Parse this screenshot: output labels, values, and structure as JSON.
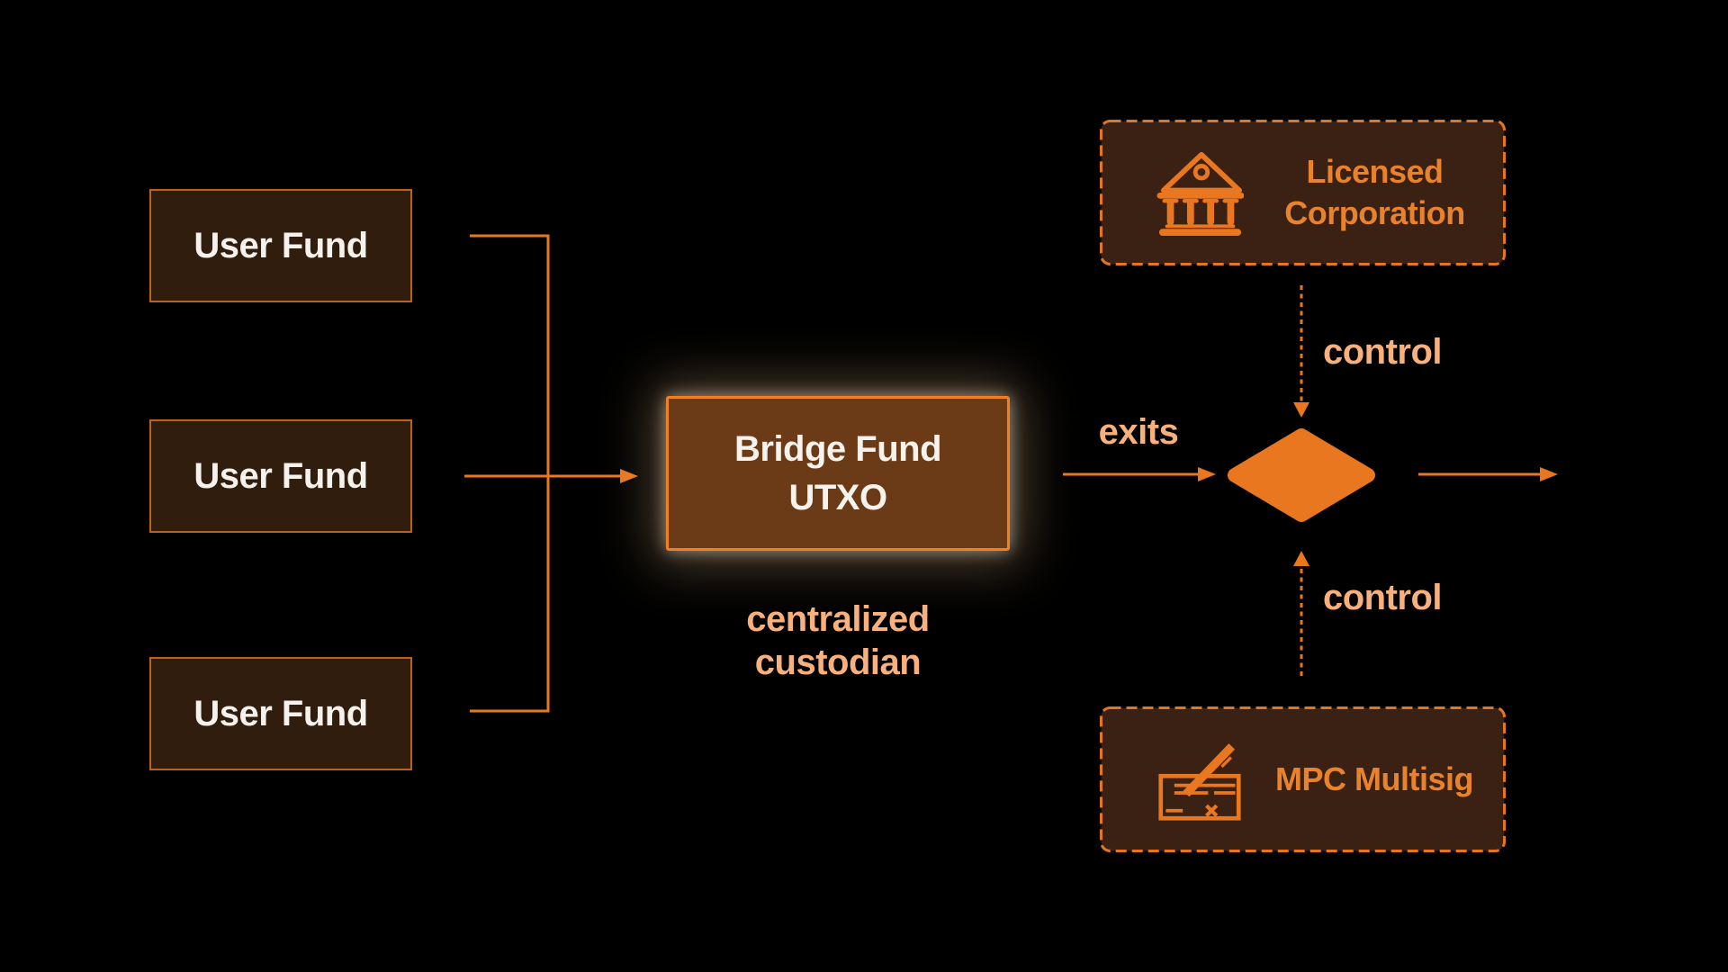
{
  "diagram": {
    "background": "#000000",
    "colors": {
      "accent_orange": "#e8771f",
      "peach_label": "#f8b07d",
      "dashed_box_label_orange": "#e8822c",
      "user_fund_fill": "#301d0e",
      "user_fund_border": "#bf601b",
      "bridge_fill": "#6b3a16",
      "bridge_border": "#f08020",
      "dashed_box_fill": "#3a2113",
      "title_white": "#f6f3ef"
    },
    "user_fund_boxes": [
      {
        "label": "User Fund"
      },
      {
        "label": "User Fund"
      },
      {
        "label": "User Fund"
      }
    ],
    "bridge_fund": {
      "title_line1": "Bridge Fund",
      "title_line2": "UTXO",
      "caption_line1": "centralized",
      "caption_line2": "custodian"
    },
    "edges": {
      "exits_label": "exits",
      "control_top_label": "control",
      "control_bottom_label": "control"
    },
    "licensed_corporation": {
      "label_line1": "Licensed",
      "label_line2": "Corporation",
      "icon": "bank-icon"
    },
    "mpc_multisig": {
      "label": "MPC Multisig",
      "icon": "signature-cheque-icon"
    },
    "decision_node": {
      "shape": "diamond"
    }
  }
}
